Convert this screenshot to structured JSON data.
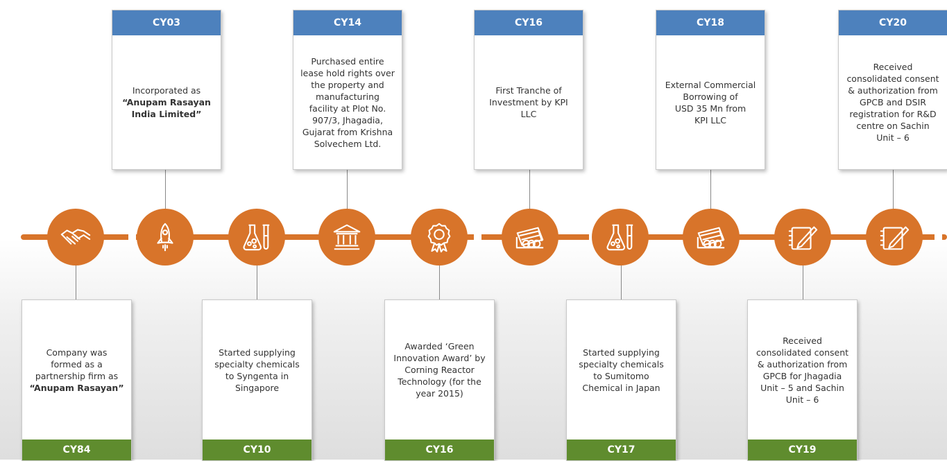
{
  "top_events": [
    {
      "year": "CY03",
      "lines": [
        "Incorporated as"
      ],
      "bold_lines": [
        "“Anupam Rasayan",
        "India Limited”"
      ]
    },
    {
      "year": "CY14",
      "lines": [
        "Purchased entire",
        "lease hold rights over",
        "the property and",
        "manufacturing",
        "facility at Plot No.",
        "907/3, Jhagadia,",
        "Gujarat from Krishna",
        "Solvechem Ltd."
      ],
      "bold_lines": []
    },
    {
      "year": "CY16",
      "lines": [
        "First Tranche of",
        "Investment by KPI",
        "LLC"
      ],
      "bold_lines": []
    },
    {
      "year": "CY18",
      "lines": [
        "External Commercial",
        "Borrowing of",
        "USD 35 Mn from",
        "KPI LLC"
      ],
      "bold_lines": []
    },
    {
      "year": "CY20",
      "lines": [
        "Received",
        "consolidated consent",
        "& authorization from",
        "GPCB and DSIR",
        "registration for R&D",
        "centre on Sachin",
        "Unit – 6"
      ],
      "bold_lines": []
    }
  ],
  "bottom_events": [
    {
      "year": "CY84",
      "lines": [
        "Company was",
        "formed as a",
        "partnership firm as"
      ],
      "bold_lines": [
        "“Anupam Rasayan”"
      ]
    },
    {
      "year": "CY10",
      "lines": [
        "Started supplying",
        "specialty chemicals",
        "to Syngenta in",
        "Singapore"
      ],
      "bold_lines": []
    },
    {
      "year": "CY16",
      "lines": [
        "Awarded ‘Green",
        "Innovation Award’ by",
        "Corning Reactor",
        "Technology (for the",
        "year 2015)"
      ],
      "bold_lines": []
    },
    {
      "year": "CY17",
      "lines": [
        "Started supplying",
        "specialty chemicals",
        "to Sumitomo",
        "Chemical in Japan"
      ],
      "bold_lines": []
    },
    {
      "year": "CY19",
      "lines": [
        "Received",
        "consolidated consent",
        "& authorization from",
        "GPCB for Jhagadia",
        "Unit – 5 and Sachin",
        "Unit – 6"
      ],
      "bold_lines": []
    }
  ],
  "icons": [
    "handshake-icon",
    "rocket-icon",
    "flask-icon",
    "bank-icon",
    "award-icon",
    "money-icon",
    "flask-icon",
    "money-icon",
    "tablet-pen-icon",
    "tablet-pen-icon"
  ],
  "colors": {
    "orange": "#d8742a",
    "blue_header": "#4d81bd",
    "green_footer": "#5f8c2e"
  }
}
